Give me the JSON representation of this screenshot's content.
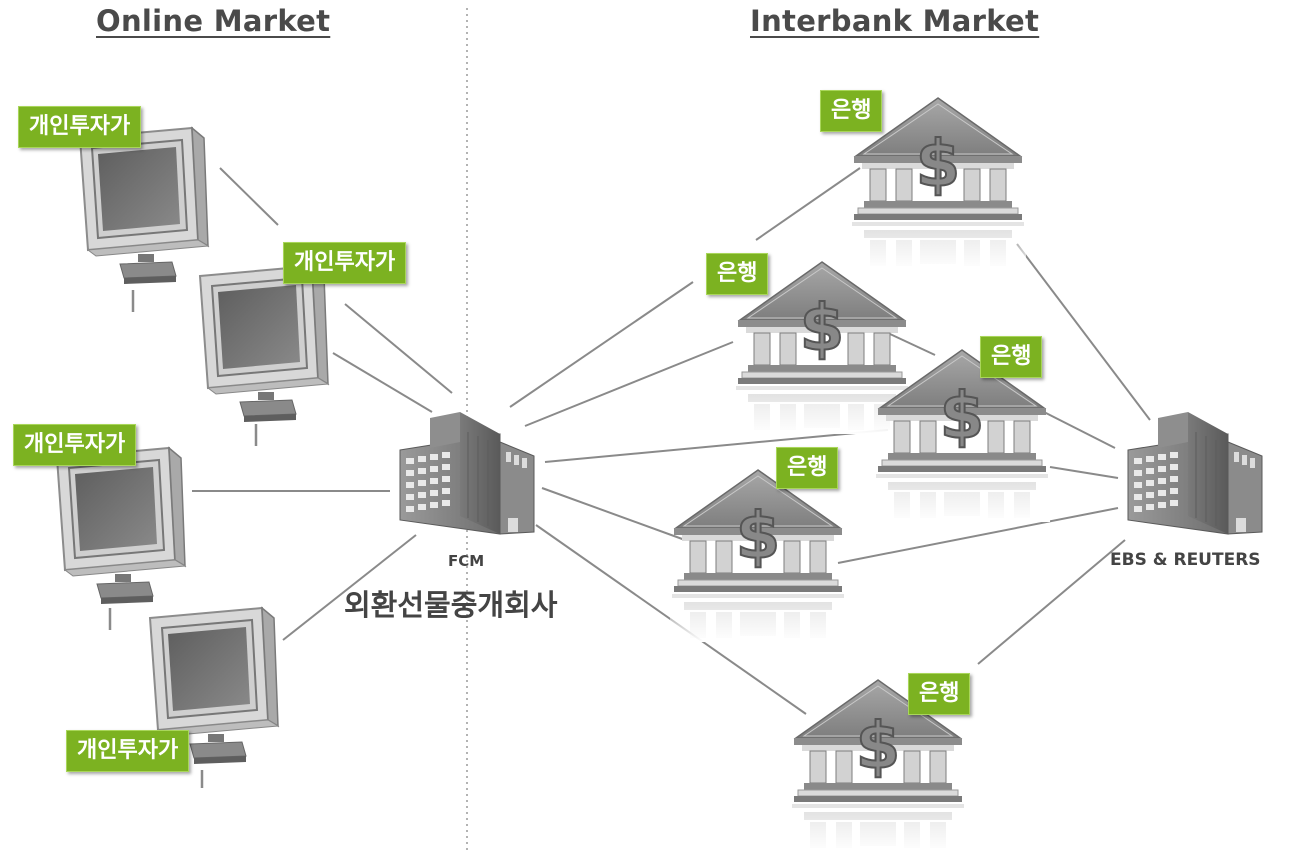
{
  "headings": {
    "online": "Online Market",
    "interbank": "Interbank Market"
  },
  "labels": {
    "investor": "개인투자가",
    "bank": "은행"
  },
  "fcm": {
    "code": "FCM",
    "name": "외환선물중개회사"
  },
  "platform": {
    "name": "EBS & REUTERS"
  },
  "colors": {
    "tag_green": "#7cb221",
    "heading": "#4a4a4a",
    "line": "#8a8a8a",
    "divider": "#9a9a9a"
  },
  "icons": {
    "investor": "computer-monitor-icon",
    "fcm": "office-building-icon",
    "bank": "bank-dollar-icon",
    "platform": "office-building-icon"
  }
}
